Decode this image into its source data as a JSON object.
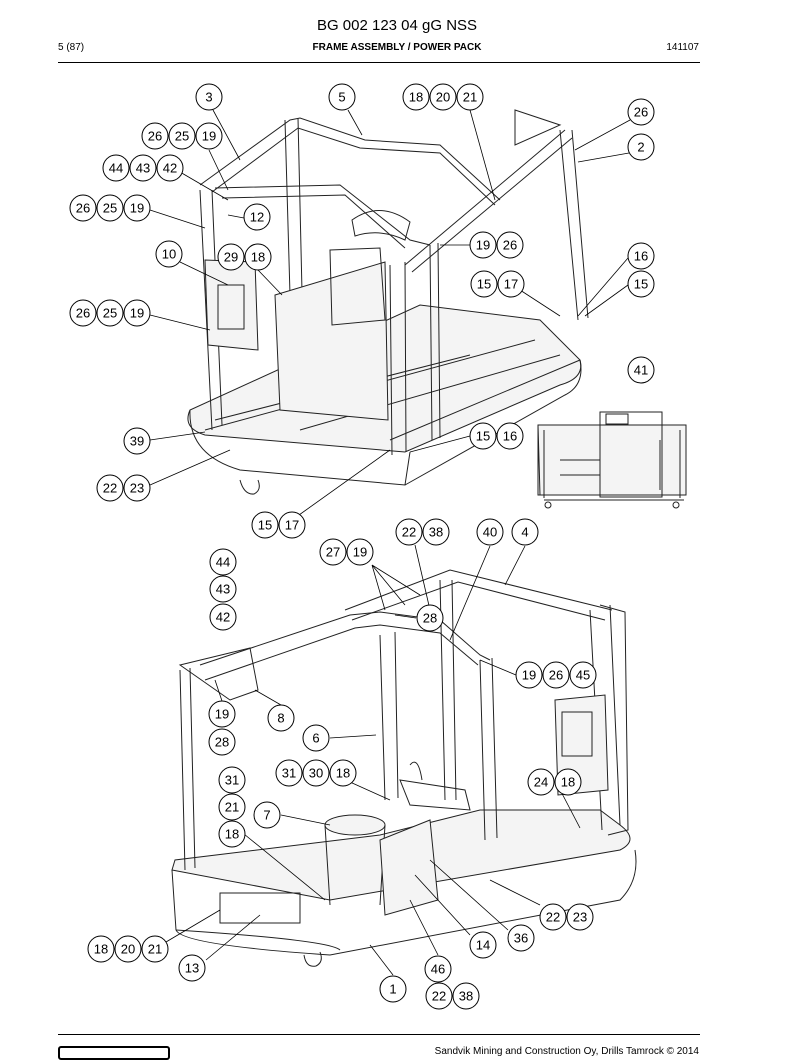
{
  "header": {
    "title": "BG 002 123 04 gG NSS",
    "page": "5 (87)",
    "section": "FRAME ASSEMBLY / POWER PACK",
    "date_code": "141107"
  },
  "footer": {
    "copyright": "Sandvik Mining and Construction Oy, Drills Tamrock © 2014"
  },
  "callouts_top": [
    [
      "3"
    ],
    [
      "5"
    ],
    [
      "18",
      "20",
      "21"
    ],
    [
      "26"
    ],
    [
      "2"
    ],
    [
      "26",
      "25",
      "19"
    ],
    [
      "44",
      "43",
      "42"
    ],
    [
      "26",
      "25",
      "19"
    ],
    [
      "12"
    ],
    [
      "10"
    ],
    [
      "29",
      "18"
    ],
    [
      "19",
      "26"
    ],
    [
      "16"
    ],
    [
      "15",
      "17"
    ],
    [
      "15"
    ],
    [
      "26",
      "25",
      "19"
    ],
    [
      "41"
    ],
    [
      "39"
    ],
    [
      "15",
      "16"
    ],
    [
      "22",
      "23"
    ],
    [
      "15",
      "17"
    ]
  ],
  "callouts_bottom": [
    [
      "22",
      "38"
    ],
    [
      "40"
    ],
    [
      "4"
    ],
    [
      "27",
      "19"
    ],
    [
      "44"
    ],
    [
      "43"
    ],
    [
      "42"
    ],
    [
      "28"
    ],
    [
      "19",
      "26",
      "45"
    ],
    [
      "19"
    ],
    [
      "8"
    ],
    [
      "28"
    ],
    [
      "6"
    ],
    [
      "31"
    ],
    [
      "31",
      "30",
      "18"
    ],
    [
      "24",
      "18"
    ],
    [
      "21"
    ],
    [
      "7"
    ],
    [
      "18"
    ],
    [
      "22",
      "23"
    ],
    [
      "36"
    ],
    [
      "14"
    ],
    [
      "18",
      "20",
      "21"
    ],
    [
      "13"
    ],
    [
      "46"
    ],
    [
      "1"
    ],
    [
      "22",
      "38"
    ]
  ]
}
